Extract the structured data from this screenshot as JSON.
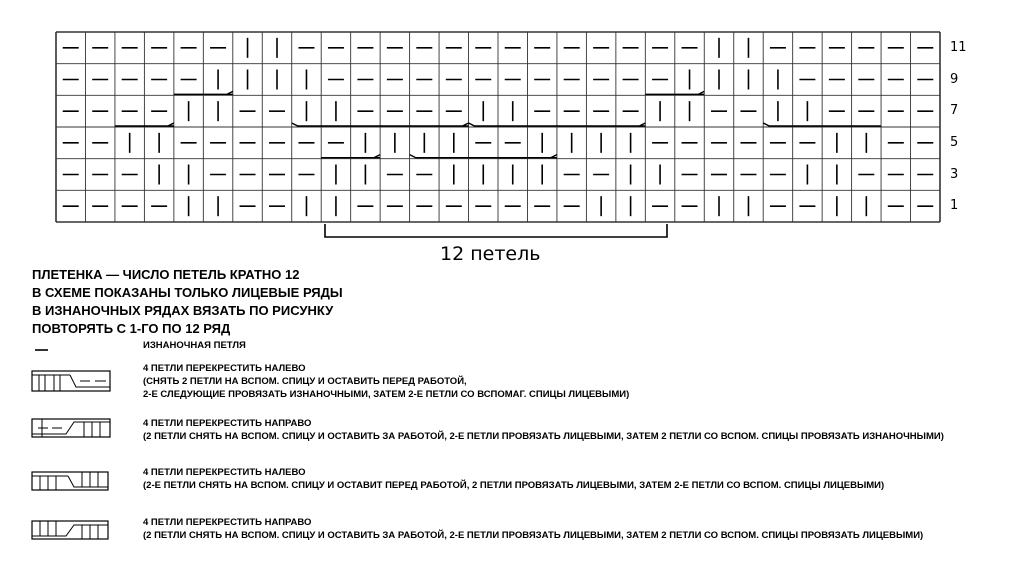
{
  "chart": {
    "grid": [
      "------||--------------||------",
      "-----||||------------||||-----",
      "----||--||----||----||--||----",
      "--||------||||--||||------||--",
      "---||----||--||||--||----||---",
      "----||--||--------||--||--||--"
    ],
    "row_labels": [
      "11",
      "9",
      "7",
      "5",
      "3",
      "1"
    ],
    "span_label": "12 петель"
  },
  "title_lines": [
    "ПЛЕТЕНКА — ЧИСЛО ПЕТЕЛЬ КРАТНО 12",
    "В СХЕМЕ ПОКАЗАНЫ ТОЛЬКО ЛИЦЕВЫЕ РЯДЫ",
    "В ИЗНАНОЧНЫХ РЯДАХ ВЯЗАТЬ ПО РИСУНКУ",
    "ПОВТОРЯТЬ С 1-ГО ПО 12 РЯД"
  ],
  "legend": [
    {
      "symbol": "purl-dash",
      "lines": [
        "ИЗНАНОЧНАЯ ПЕТЛЯ"
      ]
    },
    {
      "symbol": "cross-left-knit-purl",
      "lines": [
        "4 ПЕТЛИ ПЕРЕКРЕСТИТЬ НАЛЕВО",
        "(СНЯТЬ 2 ПЕТЛИ НА ВСПОМ. СПИЦУ И ОСТАВИТЬ ПЕРЕД РАБОТОЙ,",
        "2-Е СЛЕДУЮЩИЕ ПРОВЯЗАТЬ ИЗНАНОЧНЫМИ, ЗАТЕМ 2-Е ПЕТЛИ СО ВСПОМАГ. СПИЦЫ ЛИЦЕВЫМИ)"
      ]
    },
    {
      "symbol": "cross-right-purl-knit",
      "lines": [
        "4 ПЕТЛИ ПЕРЕКРЕСТИТЬ  НАПРАВО",
        "(2 ПЕТЛИ СНЯТЬ НА ВСПОМ. СПИЦУ И ОСТАВИТЬ ЗА РАБОТОЙ, 2-Е ПЕТЛИ ПРОВЯЗАТЬ ЛИЦЕВЫМИ, ЗАТЕМ 2 ПЕТЛИ СО ВСПОМ. СПИЦЫ ПРОВЯЗАТЬ ИЗНАНОЧНЫМИ)"
      ]
    },
    {
      "symbol": "cross-left-knit-knit",
      "lines": [
        "4 ПЕТЛИ ПЕРЕКРЕСТИТЬ НАЛЕВО",
        "(2-Е ПЕТЛИ СНЯТЬ НА ВСПОМ. СПИЦУ И ОСТАВИТ ПЕРЕД РАБОТОЙ,  2 ПЕТЛИ ПРОВЯЗАТЬ ЛИЦЕВЫМИ, ЗАТЕМ 2-Е ПЕТЛИ СО ВСПОМ. СПИЦЫ ЛИЦЕВЫМИ)"
      ]
    },
    {
      "symbol": "cross-right-knit-knit",
      "lines": [
        "4 ПЕТЛИ ПЕРЕКРЕСТИТЬ  НАПРАВО",
        "(2 ПЕТЛИ СНЯТЬ НА ВСПОМ. СПИЦУ И ОСТАВИТЬ ЗА РАБОТОЙ, 2-Е ПЕТЛИ ПРОВЯЗАТЬ ЛИЦЕВЫМИ, ЗАТЕМ 2 ПЕТЛИ СО ВСПОМ. СПИЦЫ ПРОВЯЗАТЬ ЛИЦЕВЫМИ)"
      ]
    }
  ]
}
